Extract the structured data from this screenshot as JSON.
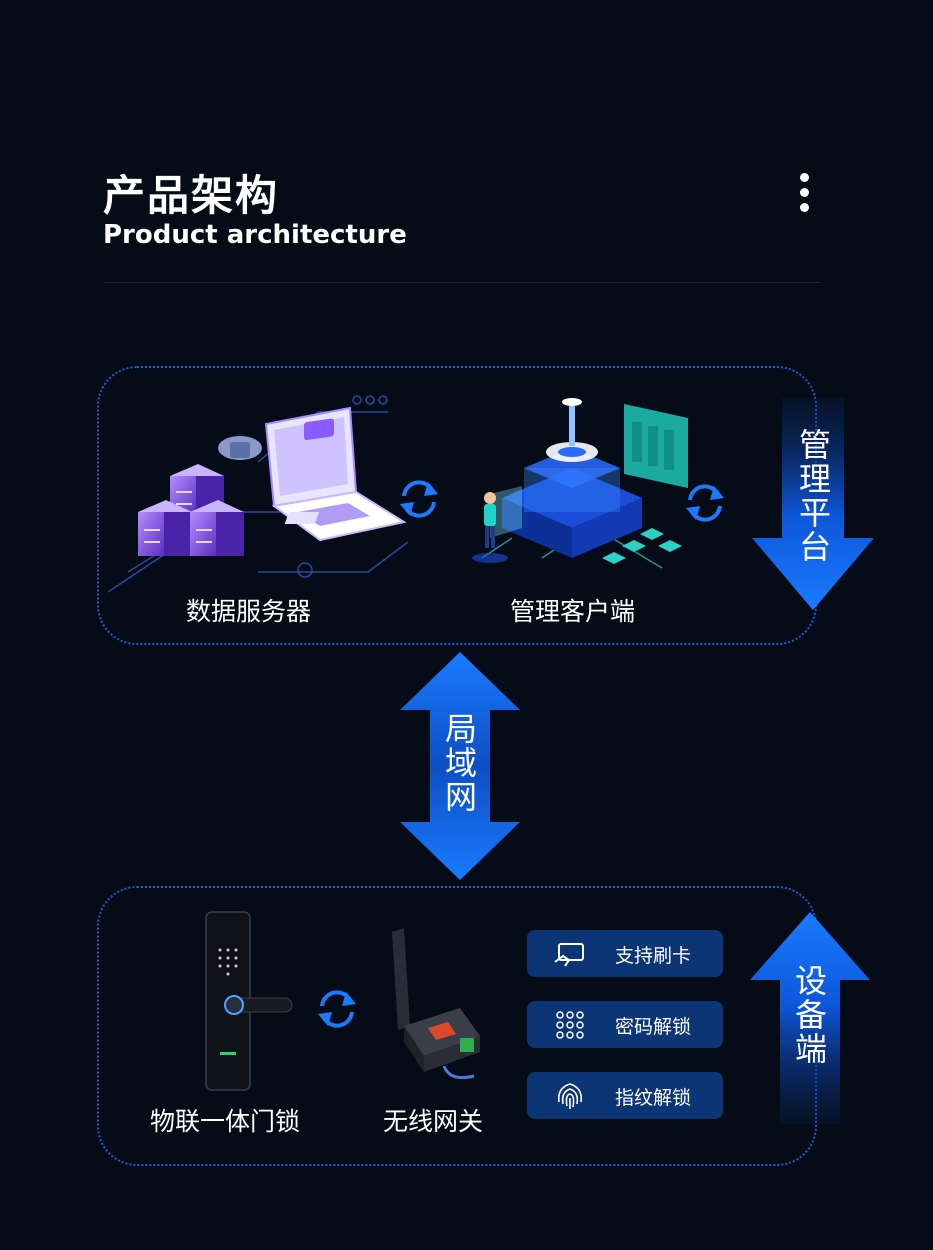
{
  "header": {
    "title_cn": "产品架构",
    "title_en": "Product architecture",
    "menu_icon": "more-vertical-icon"
  },
  "management_platform": {
    "label": "管理平台",
    "items": [
      {
        "label": "数据服务器",
        "icon": "database-server-illustration"
      },
      {
        "label": "管理客户端",
        "icon": "management-client-illustration"
      }
    ]
  },
  "network": {
    "label": "局域网",
    "icon": "bidirectional-arrow-icon"
  },
  "device_side": {
    "label": "设备端",
    "items": [
      {
        "label": "物联一体门锁",
        "icon": "smart-door-lock-illustration"
      },
      {
        "label": "无线网关",
        "icon": "wireless-gateway-illustration"
      }
    ],
    "features": [
      {
        "label": "支持刷卡",
        "icon": "swipe-card-icon"
      },
      {
        "label": "密码解锁",
        "icon": "keypad-icon"
      },
      {
        "label": "指纹解锁",
        "icon": "fingerprint-icon"
      }
    ]
  },
  "colors": {
    "background": "#060c17",
    "accent_blue": "#1668f0",
    "feature_box": "#0c3575",
    "panel_border": "#1c5fd6"
  }
}
